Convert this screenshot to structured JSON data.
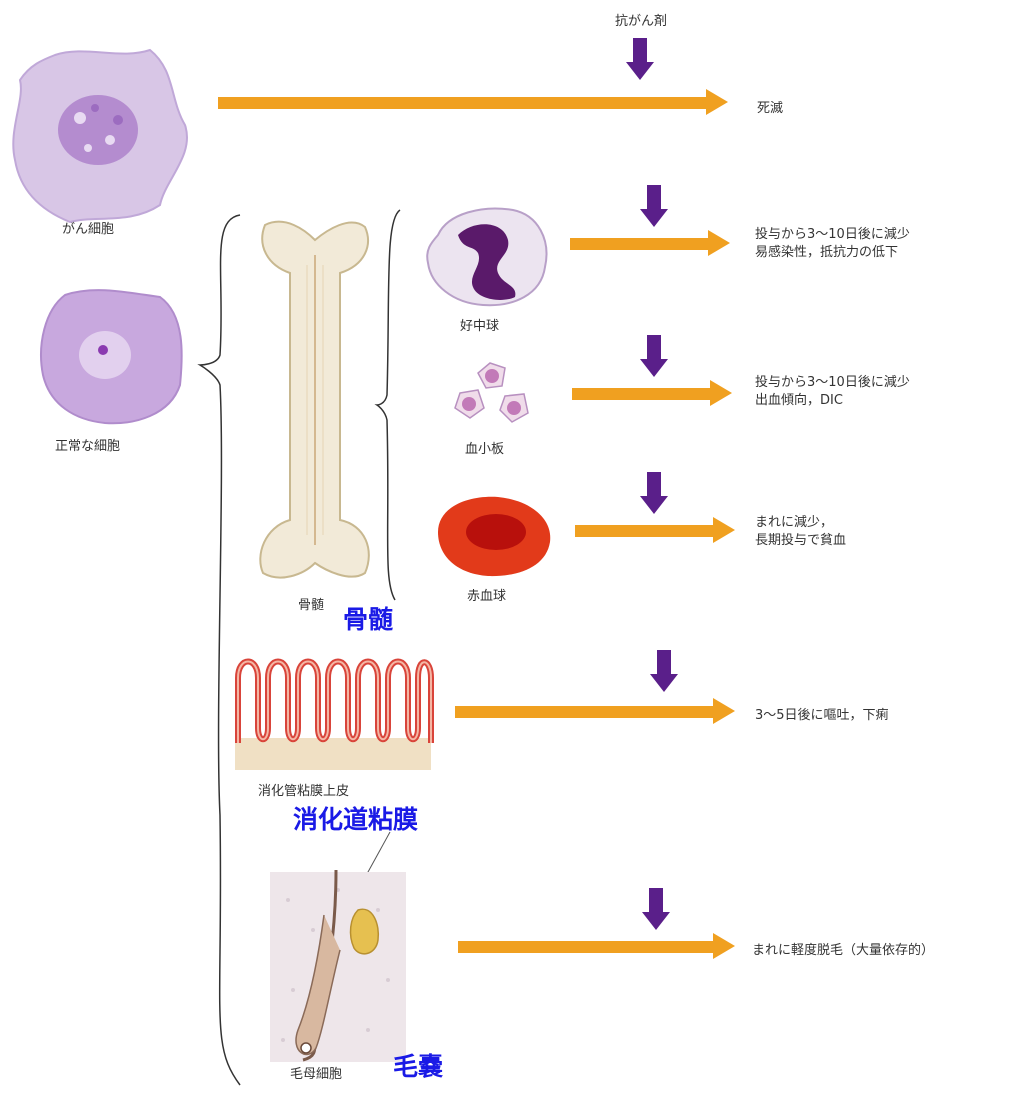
{
  "drug": "抗がん剤",
  "cancer": {
    "label": "がん細胞",
    "outcome": "死滅"
  },
  "normal": {
    "label": "正常な細胞"
  },
  "bone_marrow": {
    "label": "骨髄",
    "annotation": "骨髄"
  },
  "neutrophil": {
    "label": "好中球",
    "effect_line1": "投与から3～10日後に減少",
    "effect_line2": "易感染性，抵抗力の低下"
  },
  "platelet": {
    "label": "血小板",
    "effect_line1": "投与から3～10日後に減少",
    "effect_line2": "出血傾向，DIC"
  },
  "rbc": {
    "label": "赤血球",
    "effect_line1": "まれに減少，",
    "effect_line2": "長期投与で貧血"
  },
  "gi": {
    "label": "消化管粘膜上皮",
    "annotation": "消化道粘膜",
    "effect": "3～5日後に嘔吐，下痢"
  },
  "hair": {
    "label": "毛母細胞",
    "annotation": "毛嚢",
    "effect": "まれに軽度脱毛（大量依存的）"
  },
  "colors": {
    "arrow_orange": "#f0a020",
    "arrow_purple": "#5a1f8a",
    "annotation_blue": "#1a1ae6"
  }
}
